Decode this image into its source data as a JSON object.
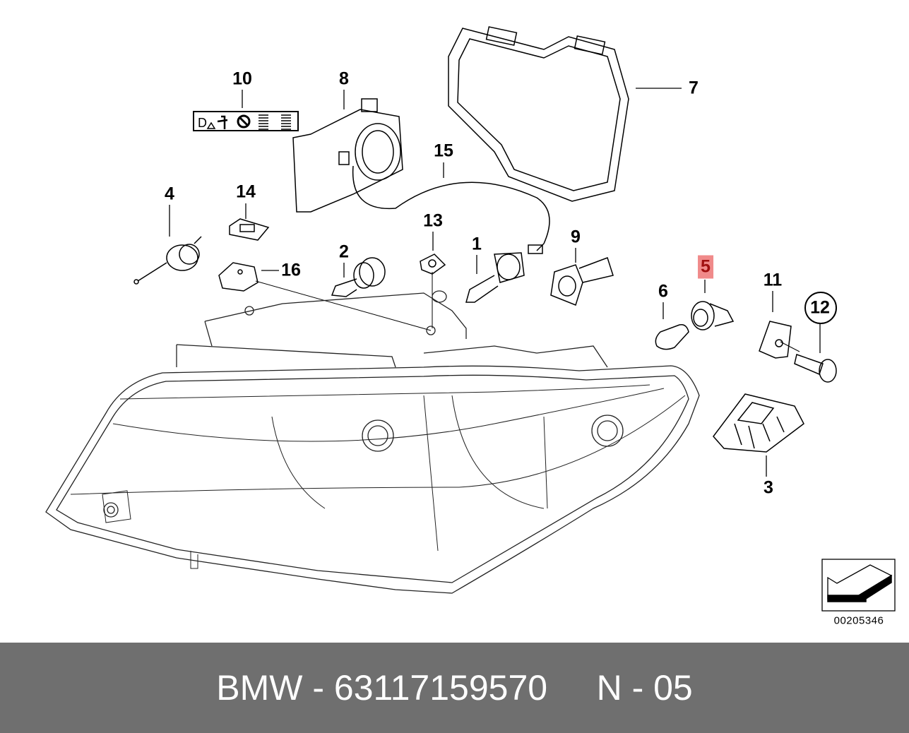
{
  "diagram": {
    "callouts": [
      {
        "id": "10",
        "text": "10"
      },
      {
        "id": "8",
        "text": "8"
      },
      {
        "id": "7",
        "text": "7"
      },
      {
        "id": "15",
        "text": "15"
      },
      {
        "id": "4",
        "text": "4"
      },
      {
        "id": "14",
        "text": "14"
      },
      {
        "id": "13",
        "text": "13"
      },
      {
        "id": "2",
        "text": "2"
      },
      {
        "id": "1",
        "text": "1"
      },
      {
        "id": "9",
        "text": "9"
      },
      {
        "id": "16",
        "text": "16"
      },
      {
        "id": "5",
        "text": "5",
        "highlighted": true
      },
      {
        "id": "6",
        "text": "6"
      },
      {
        "id": "11",
        "text": "11"
      },
      {
        "id": "12",
        "text": "12"
      },
      {
        "id": "3",
        "text": "3"
      }
    ],
    "highlight_color": "#f08a8a",
    "diagram_number": "00205346"
  },
  "footer": {
    "brand": "BMW",
    "part_number": "63117159570",
    "position": "N - 05",
    "background": "#6f6f6f"
  }
}
